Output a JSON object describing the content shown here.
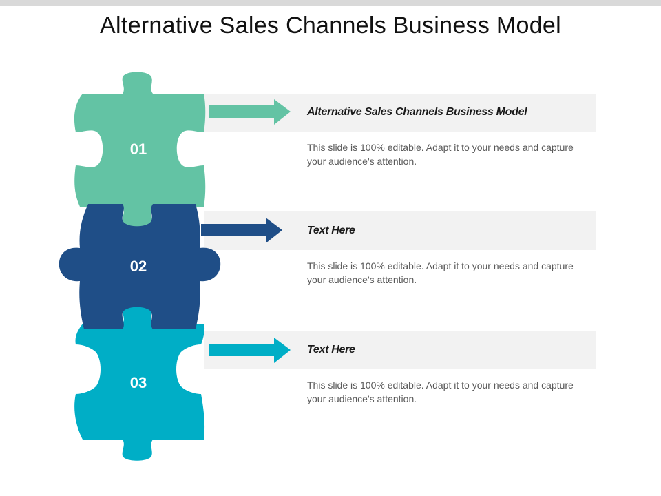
{
  "title": "Alternative Sales Channels Business Model",
  "colors": {
    "piece_1": "#63c3a4",
    "piece_2": "#1f4e87",
    "piece_3": "#00aec6",
    "band": "#f2f2f2"
  },
  "items": [
    {
      "number": "01",
      "heading": "Alternative Sales Channels Business Model",
      "text": "This slide is 100% editable. Adapt it to your needs and capture your audience's attention."
    },
    {
      "number": "02",
      "heading": "Text Here",
      "text": "This slide is 100% editable. Adapt it to your needs and capture your audience's attention."
    },
    {
      "number": "03",
      "heading": "Text Here",
      "text": "This slide is 100% editable. Adapt it to your needs and capture your audience's attention."
    }
  ]
}
